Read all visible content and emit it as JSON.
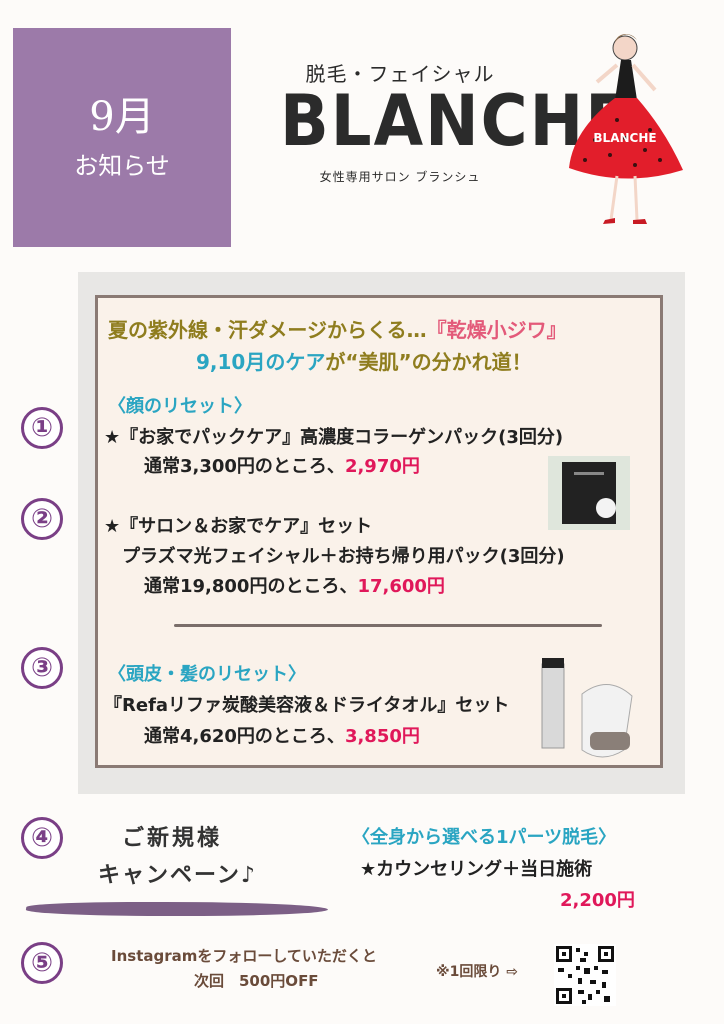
{
  "header": {
    "month": "9月",
    "notice": "お知らせ"
  },
  "logo": {
    "subtitle": "脱毛・フェイシャル",
    "brand": "BLANCHE",
    "tagline": "女性専用サロン ブランシュ",
    "dress_text": "BLANCHE"
  },
  "headline": {
    "line1_prefix": "夏の紫外線・汗ダメージからくる…",
    "line1_highlight": "『乾燥小ジワ』",
    "line2_prefix": "9,10月のケア",
    "line2_suffix": "が“美肌”の分かれ道！"
  },
  "items": [
    {
      "number": "①",
      "category": "〈顔のリセット〉",
      "title": "★『お家でパックケア』高濃度コラーゲンパック(3回分)",
      "price_label": "通常3,300円のところ、",
      "price": "2,970円"
    },
    {
      "number": "②",
      "title": "★『サロン＆お家でケア』セット",
      "title2": "プラズマ光フェイシャル＋お持ち帰り用パック(3回分)",
      "price_label": "通常19,800円のところ、",
      "price": "17,600円"
    },
    {
      "number": "③",
      "category": "〈頭皮・髪のリセット〉",
      "title": "『Refaリファ炭酸美容液＆ドライタオル』セット",
      "price_label": "通常4,620円のところ、",
      "price": "3,850円"
    }
  ],
  "campaign": {
    "number": "④",
    "line1": "ご新規様",
    "line2": "キャンペーン♪",
    "category": "〈全身から選べる1パーツ脱毛〉",
    "detail": "★カウンセリング＋当日施術",
    "price": "2,200円"
  },
  "instagram": {
    "number": "⑤",
    "line1": "Instagramをフォローしていただくと",
    "line2": "次回　500円OFF",
    "note": "※1回限り ⇨"
  }
}
